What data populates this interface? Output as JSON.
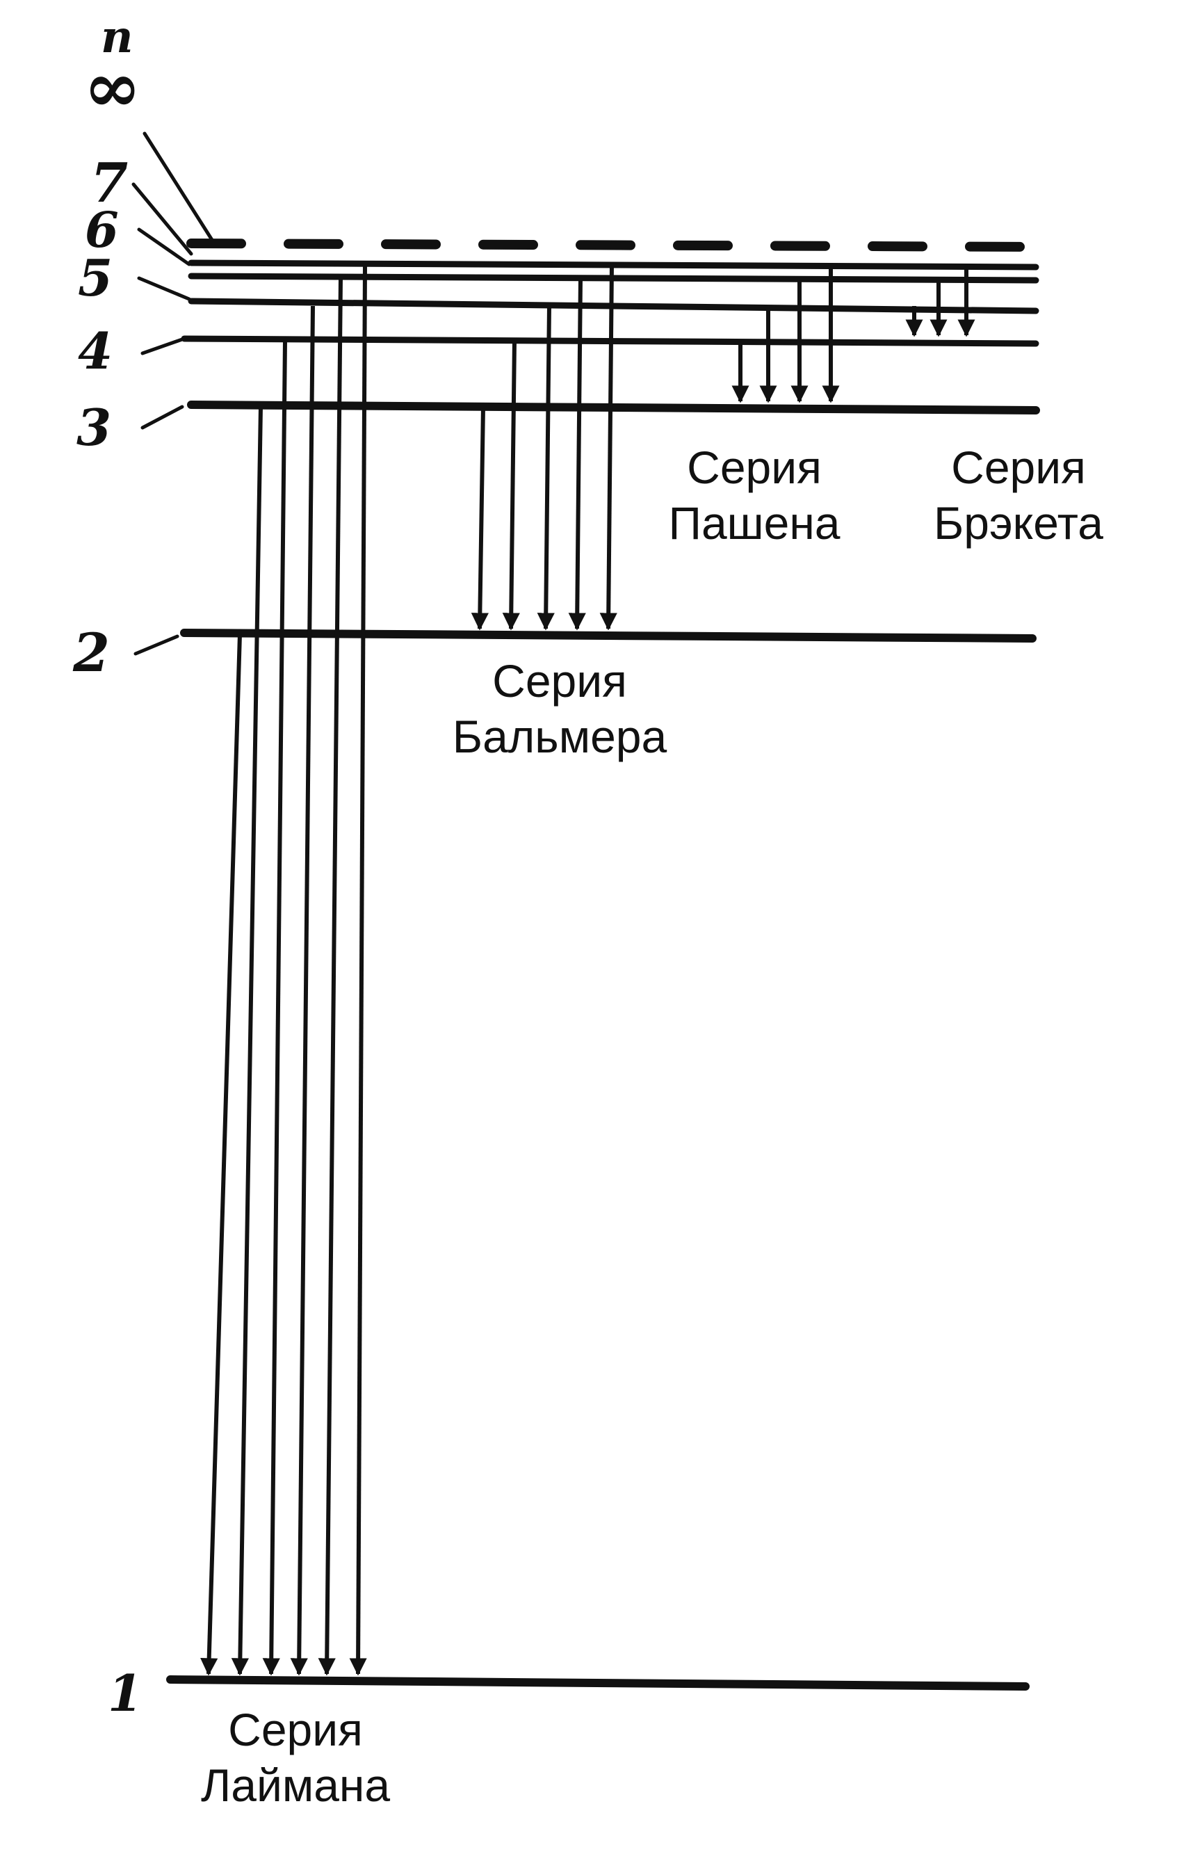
{
  "title": "",
  "axis_symbol": "n",
  "levels": [
    {
      "n": "1",
      "label": "1"
    },
    {
      "n": "2",
      "label": "2"
    },
    {
      "n": "3",
      "label": "3"
    },
    {
      "n": "4",
      "label": "4"
    },
    {
      "n": "5",
      "label": "5"
    },
    {
      "n": "6",
      "label": "6"
    },
    {
      "n": "7",
      "label": "7"
    },
    {
      "n": "∞",
      "label": "∞"
    }
  ],
  "series": [
    {
      "id": "lyman",
      "lines": [
        "Серия",
        "Лаймана"
      ],
      "lower_level": 1,
      "upper_levels": [
        2,
        3,
        4,
        5,
        6,
        7
      ]
    },
    {
      "id": "balmer",
      "lines": [
        "Серия",
        "Бальмера"
      ],
      "lower_level": 2,
      "upper_levels": [
        3,
        4,
        5,
        6,
        7
      ]
    },
    {
      "id": "paschen",
      "lines": [
        "Серия",
        "Пашена"
      ],
      "lower_level": 3,
      "upper_levels": [
        4,
        5,
        6,
        7
      ]
    },
    {
      "id": "brackett",
      "lines": [
        "Серия",
        "Брэкета"
      ],
      "lower_level": 4,
      "upper_levels": [
        5,
        6,
        7
      ]
    }
  ],
  "colors": {
    "ink": "#111111",
    "background": "#ffffff"
  }
}
